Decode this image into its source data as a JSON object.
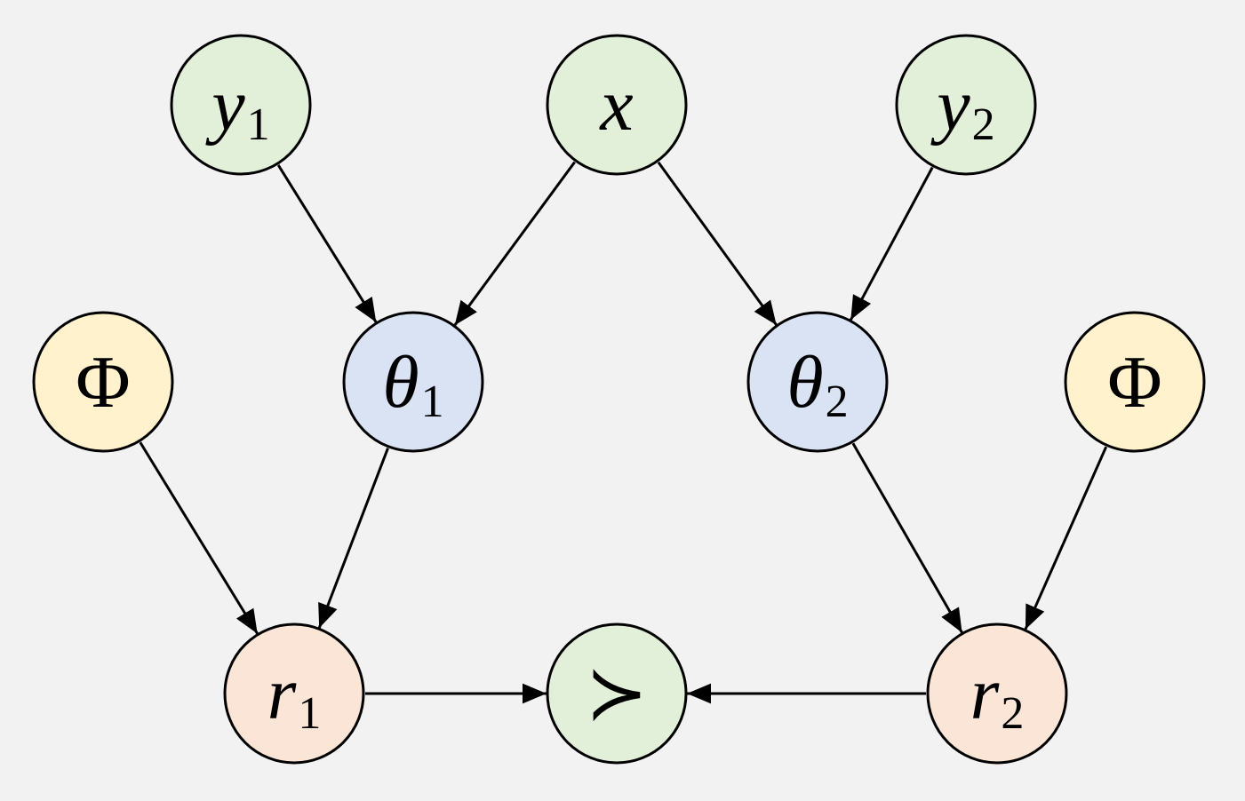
{
  "colors": {
    "background": "#f2f2f2",
    "green": "#e2f0d9",
    "blue": "#dae3f3",
    "yellow": "#fff2cc",
    "orange": "#fbe5d6",
    "stroke": "#000000"
  },
  "nodes": [
    {
      "id": "y1",
      "main": "y",
      "sub": "1",
      "italic": true,
      "color": "green"
    },
    {
      "id": "x",
      "main": "x",
      "sub": "",
      "italic": true,
      "color": "green"
    },
    {
      "id": "y2",
      "main": "y",
      "sub": "2",
      "italic": true,
      "color": "green"
    },
    {
      "id": "phi-left",
      "main": "Φ",
      "sub": "",
      "italic": false,
      "color": "yellow"
    },
    {
      "id": "theta1",
      "main": "θ",
      "sub": "1",
      "italic": true,
      "color": "blue"
    },
    {
      "id": "theta2",
      "main": "θ",
      "sub": "2",
      "italic": true,
      "color": "blue"
    },
    {
      "id": "phi-right",
      "main": "Φ",
      "sub": "",
      "italic": false,
      "color": "yellow"
    },
    {
      "id": "r1",
      "main": "r",
      "sub": "1",
      "italic": true,
      "color": "orange"
    },
    {
      "id": "pref",
      "main": "≻",
      "sub": "",
      "italic": false,
      "color": "green"
    },
    {
      "id": "r2",
      "main": "r",
      "sub": "2",
      "italic": true,
      "color": "orange"
    }
  ],
  "edges": [
    {
      "from": "y1",
      "to": "theta1"
    },
    {
      "from": "x",
      "to": "theta1"
    },
    {
      "from": "x",
      "to": "theta2"
    },
    {
      "from": "y2",
      "to": "theta2"
    },
    {
      "from": "phi-left",
      "to": "r1"
    },
    {
      "from": "theta1",
      "to": "r1"
    },
    {
      "from": "theta2",
      "to": "r2"
    },
    {
      "from": "phi-right",
      "to": "r2"
    },
    {
      "from": "r1",
      "to": "pref"
    },
    {
      "from": "r2",
      "to": "pref"
    }
  ]
}
